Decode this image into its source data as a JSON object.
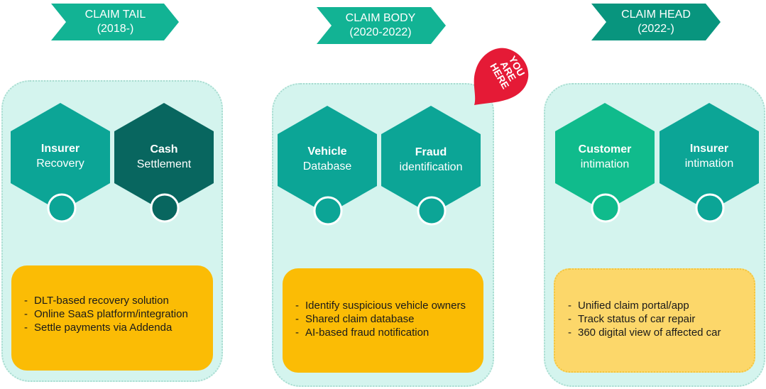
{
  "phases": [
    {
      "banner_title": "CLAIM TAIL",
      "banner_years": "(2018-)",
      "hex1_bold": "Insurer",
      "hex1_sub": "Recovery",
      "hex2_bold": "Cash",
      "hex2_sub": "Settlement",
      "bullets": [
        "DLT-based recovery solution",
        "Online SaaS platform/integration",
        "Settle payments via Addenda"
      ]
    },
    {
      "banner_title": "CLAIM BODY",
      "banner_years": "(2020-2022)",
      "hex1_bold": "Vehicle",
      "hex1_sub": "Database",
      "hex2_bold": "Fraud",
      "hex2_sub": "identification",
      "bullets": [
        "Identify  suspicious vehicle owners",
        "Shared claim database",
        "AI-based fraud notification"
      ]
    },
    {
      "banner_title": "CLAIM HEAD",
      "banner_years": "(2022-)",
      "hex1_bold": "Customer",
      "hex1_sub": "intimation",
      "hex2_bold": "Insurer",
      "hex2_sub": "intimation",
      "bullets": [
        "Unified claim portal/app",
        "Track status of car repair",
        "360 digital view of affected car"
      ]
    }
  ],
  "marker": {
    "line1": "YOU",
    "line2": "ARE",
    "line3": "HERE"
  },
  "colors": {
    "banner_teal": "#12b394",
    "banner_head": "#08957e",
    "panel_fill": "#d4f4ee",
    "hex_teal": "#0ca596",
    "hex_dark": "#08665f",
    "hex_green": "#10bb8c",
    "box_orange": "#fbbc05",
    "box_light": "#fcd76a",
    "pin_red": "#e51a36"
  }
}
